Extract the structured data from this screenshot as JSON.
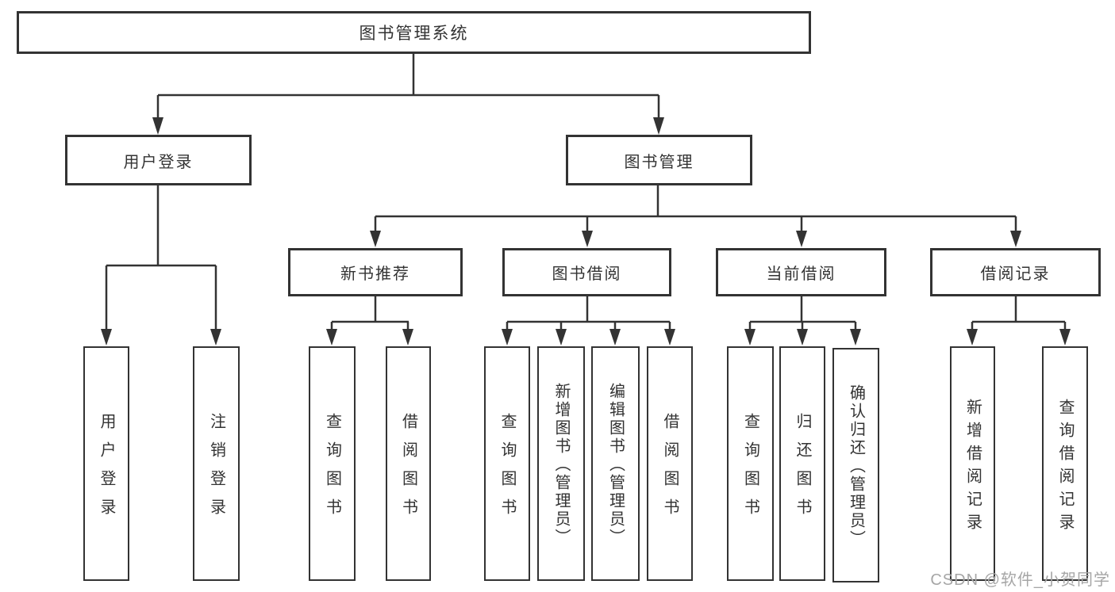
{
  "title": "图书管理系统",
  "branches": {
    "user": {
      "label": "用户登录",
      "children": [
        "用户登录",
        "注销登录"
      ]
    },
    "books": {
      "label": "图书管理",
      "sections": [
        {
          "label": "新书推荐",
          "children": [
            "查询图书",
            "借阅图书"
          ]
        },
        {
          "label": "图书借阅",
          "children": [
            "查询图书",
            "新增图书（管理员）",
            "编辑图书（管理员）",
            "借阅图书"
          ]
        },
        {
          "label": "当前借阅",
          "children": [
            "查询图书",
            "归还图书",
            "确认归还（管理员）"
          ]
        },
        {
          "label": "借阅记录",
          "children": [
            "新增借阅记录",
            "查询借阅记录"
          ]
        }
      ]
    }
  },
  "watermark": "CSDN @软件_小贺同学",
  "colors": {
    "line": "#333333",
    "box_border": "#333333",
    "text": "#333333",
    "watermark": "#a6a6a6",
    "background": "#ffffff"
  }
}
